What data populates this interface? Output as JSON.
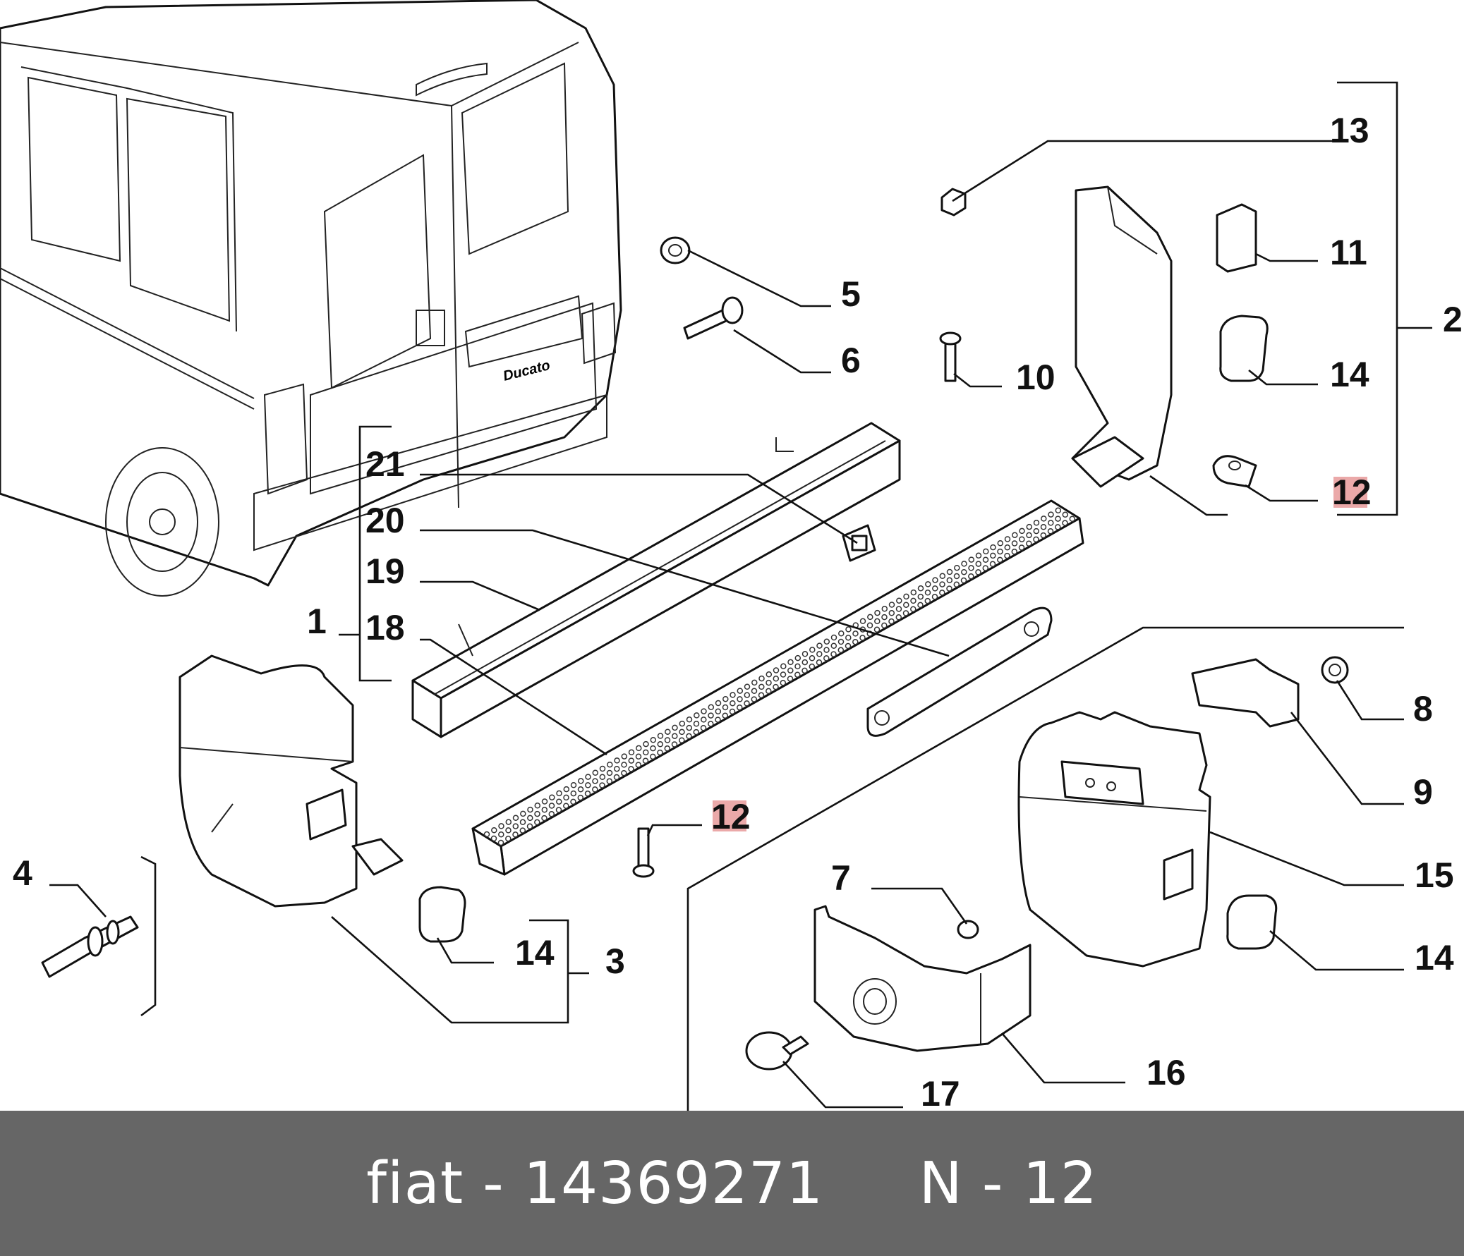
{
  "callouts": [
    {
      "id": "c1",
      "label": "1",
      "highlighted": false
    },
    {
      "id": "c2",
      "label": "2",
      "highlighted": false
    },
    {
      "id": "c3",
      "label": "3",
      "highlighted": false
    },
    {
      "id": "c4",
      "label": "4",
      "highlighted": false
    },
    {
      "id": "c5",
      "label": "5",
      "highlighted": false
    },
    {
      "id": "c6",
      "label": "6",
      "highlighted": false
    },
    {
      "id": "c7",
      "label": "7",
      "highlighted": false
    },
    {
      "id": "c8",
      "label": "8",
      "highlighted": false
    },
    {
      "id": "c9",
      "label": "9",
      "highlighted": false
    },
    {
      "id": "c10",
      "label": "10",
      "highlighted": false
    },
    {
      "id": "c11",
      "label": "11",
      "highlighted": false
    },
    {
      "id": "c12a",
      "label": "12",
      "highlighted": true
    },
    {
      "id": "c12b",
      "label": "12",
      "highlighted": true
    },
    {
      "id": "c13",
      "label": "13",
      "highlighted": false
    },
    {
      "id": "c14a",
      "label": "14",
      "highlighted": false
    },
    {
      "id": "c14b",
      "label": "14",
      "highlighted": false
    },
    {
      "id": "c14c",
      "label": "14",
      "highlighted": false
    },
    {
      "id": "c15",
      "label": "15",
      "highlighted": false
    },
    {
      "id": "c16",
      "label": "16",
      "highlighted": false
    },
    {
      "id": "c17",
      "label": "17",
      "highlighted": false
    },
    {
      "id": "c18",
      "label": "18",
      "highlighted": false
    },
    {
      "id": "c19",
      "label": "19",
      "highlighted": false
    },
    {
      "id": "c20",
      "label": "20",
      "highlighted": false
    },
    {
      "id": "c21",
      "label": "21",
      "highlighted": false
    }
  ],
  "van_badge": "Ducato",
  "footer": {
    "caption": "fiat - 14369271     N - 12"
  },
  "colors": {
    "footer_bg": "#666666",
    "highlight": "#e89a9a",
    "line": "#111111"
  }
}
